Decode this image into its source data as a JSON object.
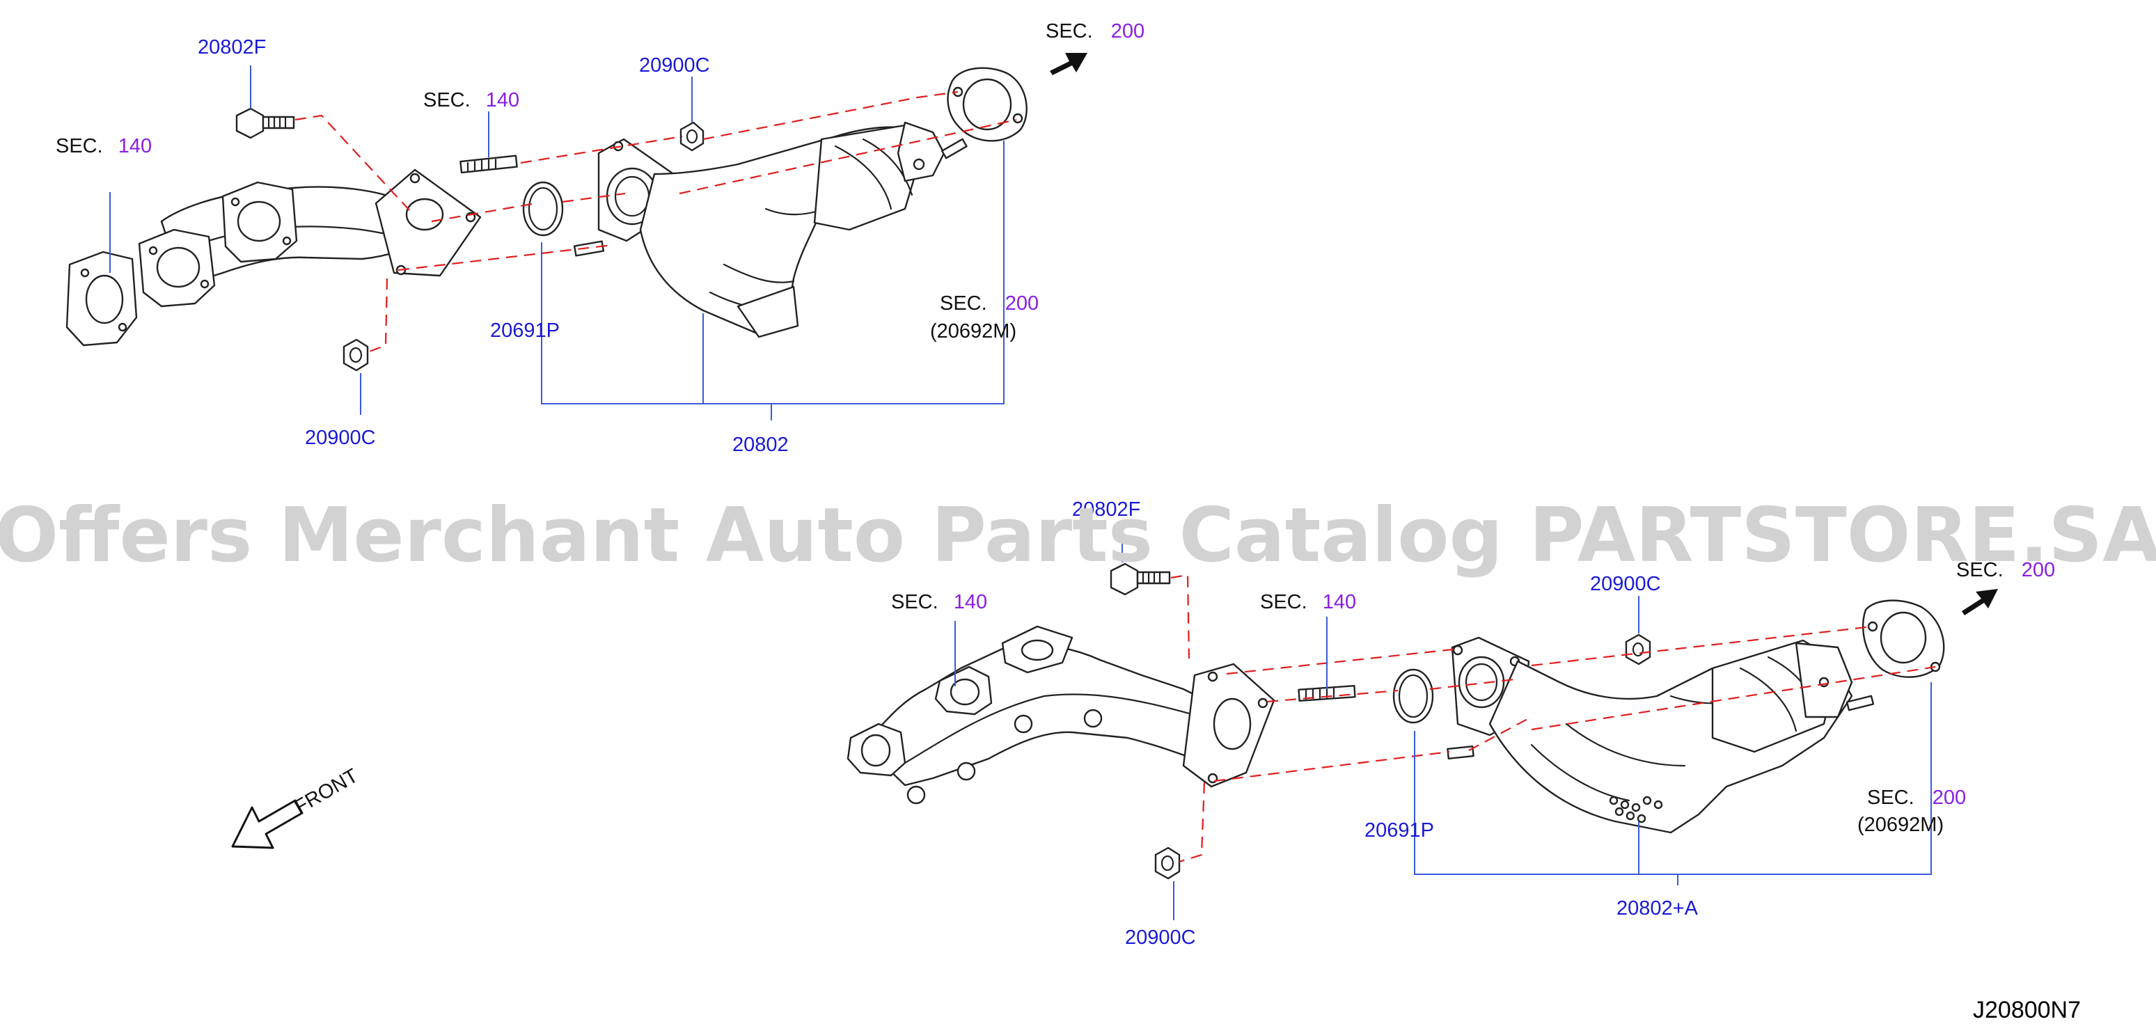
{
  "colors": {
    "part_number": "#1a1ad6",
    "sec_number": "#8a1ee6",
    "sec_text": "#111111",
    "leader": "#3b5bd6",
    "dash": "#e11d1d",
    "watermark": "#d2d2d2"
  },
  "watermark": "Offers Merchant Auto Parts Catalog PARTSTORE.SA",
  "diagram_code": "J20800N7",
  "front_label": "FRONT",
  "top": {
    "sec_140_left": {
      "sec": "SEC.",
      "num": "140"
    },
    "sec_140_mid": {
      "sec": "SEC.",
      "num": "140"
    },
    "sec_200_arrow": {
      "sec": "SEC.",
      "num": "200"
    },
    "sec_200_lower": {
      "sec": "SEC.",
      "num": "200",
      "sub": "(20692M)"
    },
    "bolt": "20802F",
    "nut_top": "20900C",
    "nut_bottom": "20900C",
    "gasket": "20691P",
    "assembly": "20802"
  },
  "bottom": {
    "sec_140_left": {
      "sec": "SEC.",
      "num": "140"
    },
    "sec_140_mid": {
      "sec": "SEC.",
      "num": "140"
    },
    "sec_200_arrow": {
      "sec": "SEC.",
      "num": "200"
    },
    "sec_200_lower": {
      "sec": "SEC.",
      "num": "200",
      "sub": "(20692M)"
    },
    "bolt": "20802F",
    "nut_top": "20900C",
    "nut_bottom": "20900C",
    "gasket": "20691P",
    "assembly": "20802+A"
  }
}
